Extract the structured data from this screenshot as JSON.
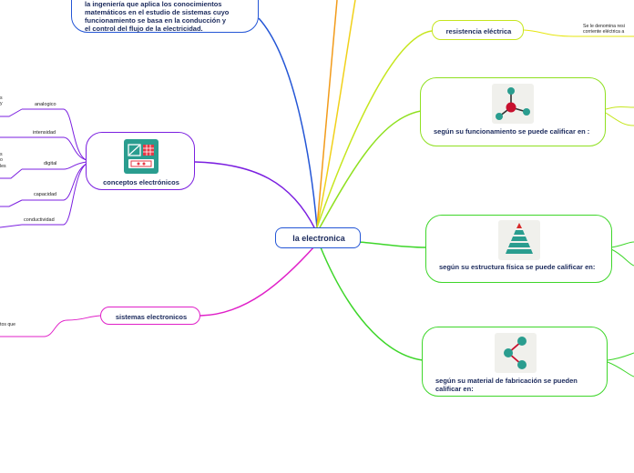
{
  "colors": {
    "blue": "#2456d6",
    "purple": "#7b1fe0",
    "magenta": "#e020c8",
    "yellowgreen": "#c6e61e",
    "green": "#3ed62a",
    "orange": "#f29b1a",
    "yellow": "#f1d11a",
    "text": "#1b2a5c"
  },
  "central": {
    "label": "la electronica"
  },
  "definition": {
    "lines": [
      "la ingeniería que aplica los conocimientos",
      "matemáticos en el estudio de sistemas cuyo",
      "funcionamiento se basa en la conducción y",
      "el control del flujo de la electricidad."
    ]
  },
  "conceptos": {
    "label": "conceptos electrónicos",
    "icon": "circuit-board-icon",
    "children": [
      "analogico",
      "intensidad",
      "digital",
      "capacidad",
      "conductividad"
    ],
    "cut_text": {
      "analogico": "s\ny",
      "digital": "s\no\nles"
    }
  },
  "sistemas": {
    "label": "sistemas electronicos",
    "cut_text": "tos que"
  },
  "resistencia": {
    "label": "resistencia eléctrica",
    "note": "Se le denomina resi\ncorriente eléctrica a"
  },
  "funcionamiento": {
    "label": "según su funcionamiento se puede calificar en :",
    "icon": "molecule-icon"
  },
  "estructura": {
    "label": "según su estructura física se puede calificar en:",
    "icon": "pyramid-icon"
  },
  "material": {
    "label": "según su material de fabricación se pueden calificar en:",
    "icon": "branch-icon"
  }
}
